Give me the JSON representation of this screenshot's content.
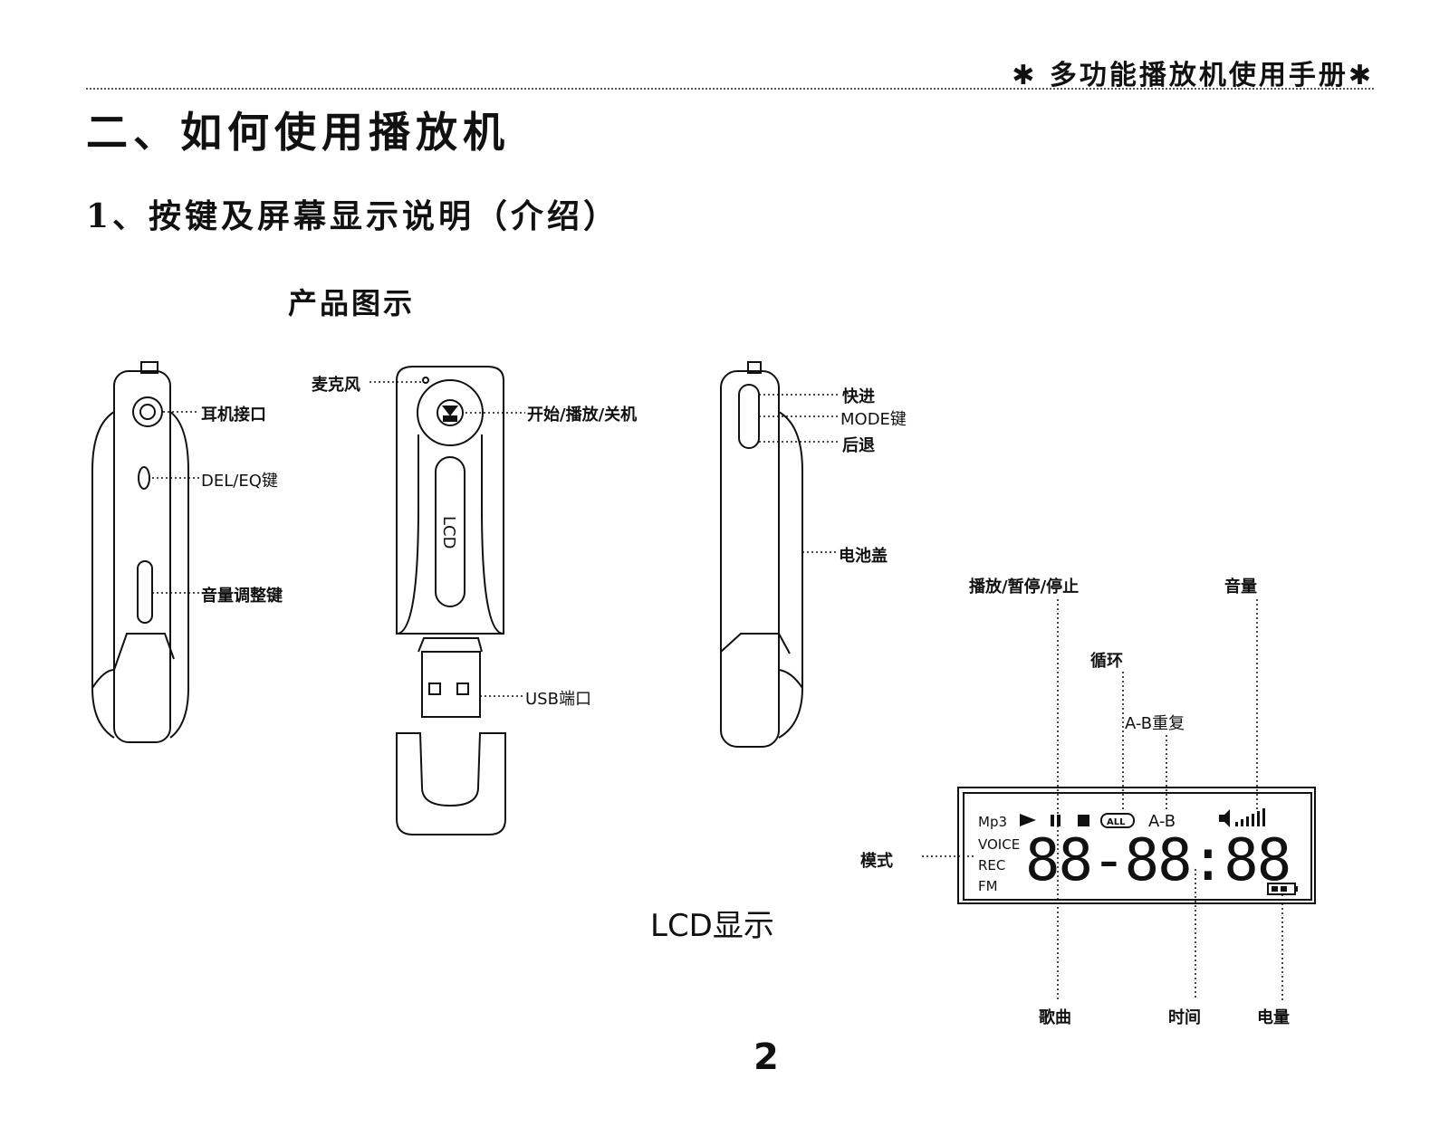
{
  "header": {
    "title": "✱ 多功能播放机使用手册✱"
  },
  "section": {
    "heading": "二、如何使用播放机"
  },
  "subsection": {
    "heading": "1、按键及屏幕显示说明（介绍）"
  },
  "product": {
    "heading": "产品图示",
    "left_labels": {
      "earphone": "耳机接口",
      "del_eq": "DEL/EQ键",
      "volume_key": "音量调整键"
    },
    "center_labels": {
      "mic": "麦克风",
      "power": "开始/播放/关机",
      "lcd_window": "LCD",
      "usb": "USB端口"
    },
    "right_labels": {
      "fast_forward": "快进",
      "mode": "MODE键",
      "rewind": "后退",
      "battery_cover": "电池盖"
    }
  },
  "lcd": {
    "caption": "LCD显示",
    "callouts": {
      "play_pause_stop": "播放/暂停/停止",
      "volume": "音量",
      "loop": "循环",
      "ab_repeat": "A-B重复",
      "mode": "模式",
      "song": "歌曲",
      "time": "时间",
      "battery": "电量"
    },
    "screen": {
      "modes": [
        "Mp3",
        "VOICE",
        "REC",
        "FM"
      ],
      "loop_icon": "ALL",
      "ab": "A-B",
      "digits": "88-88:88"
    }
  },
  "page": {
    "number": "2"
  }
}
